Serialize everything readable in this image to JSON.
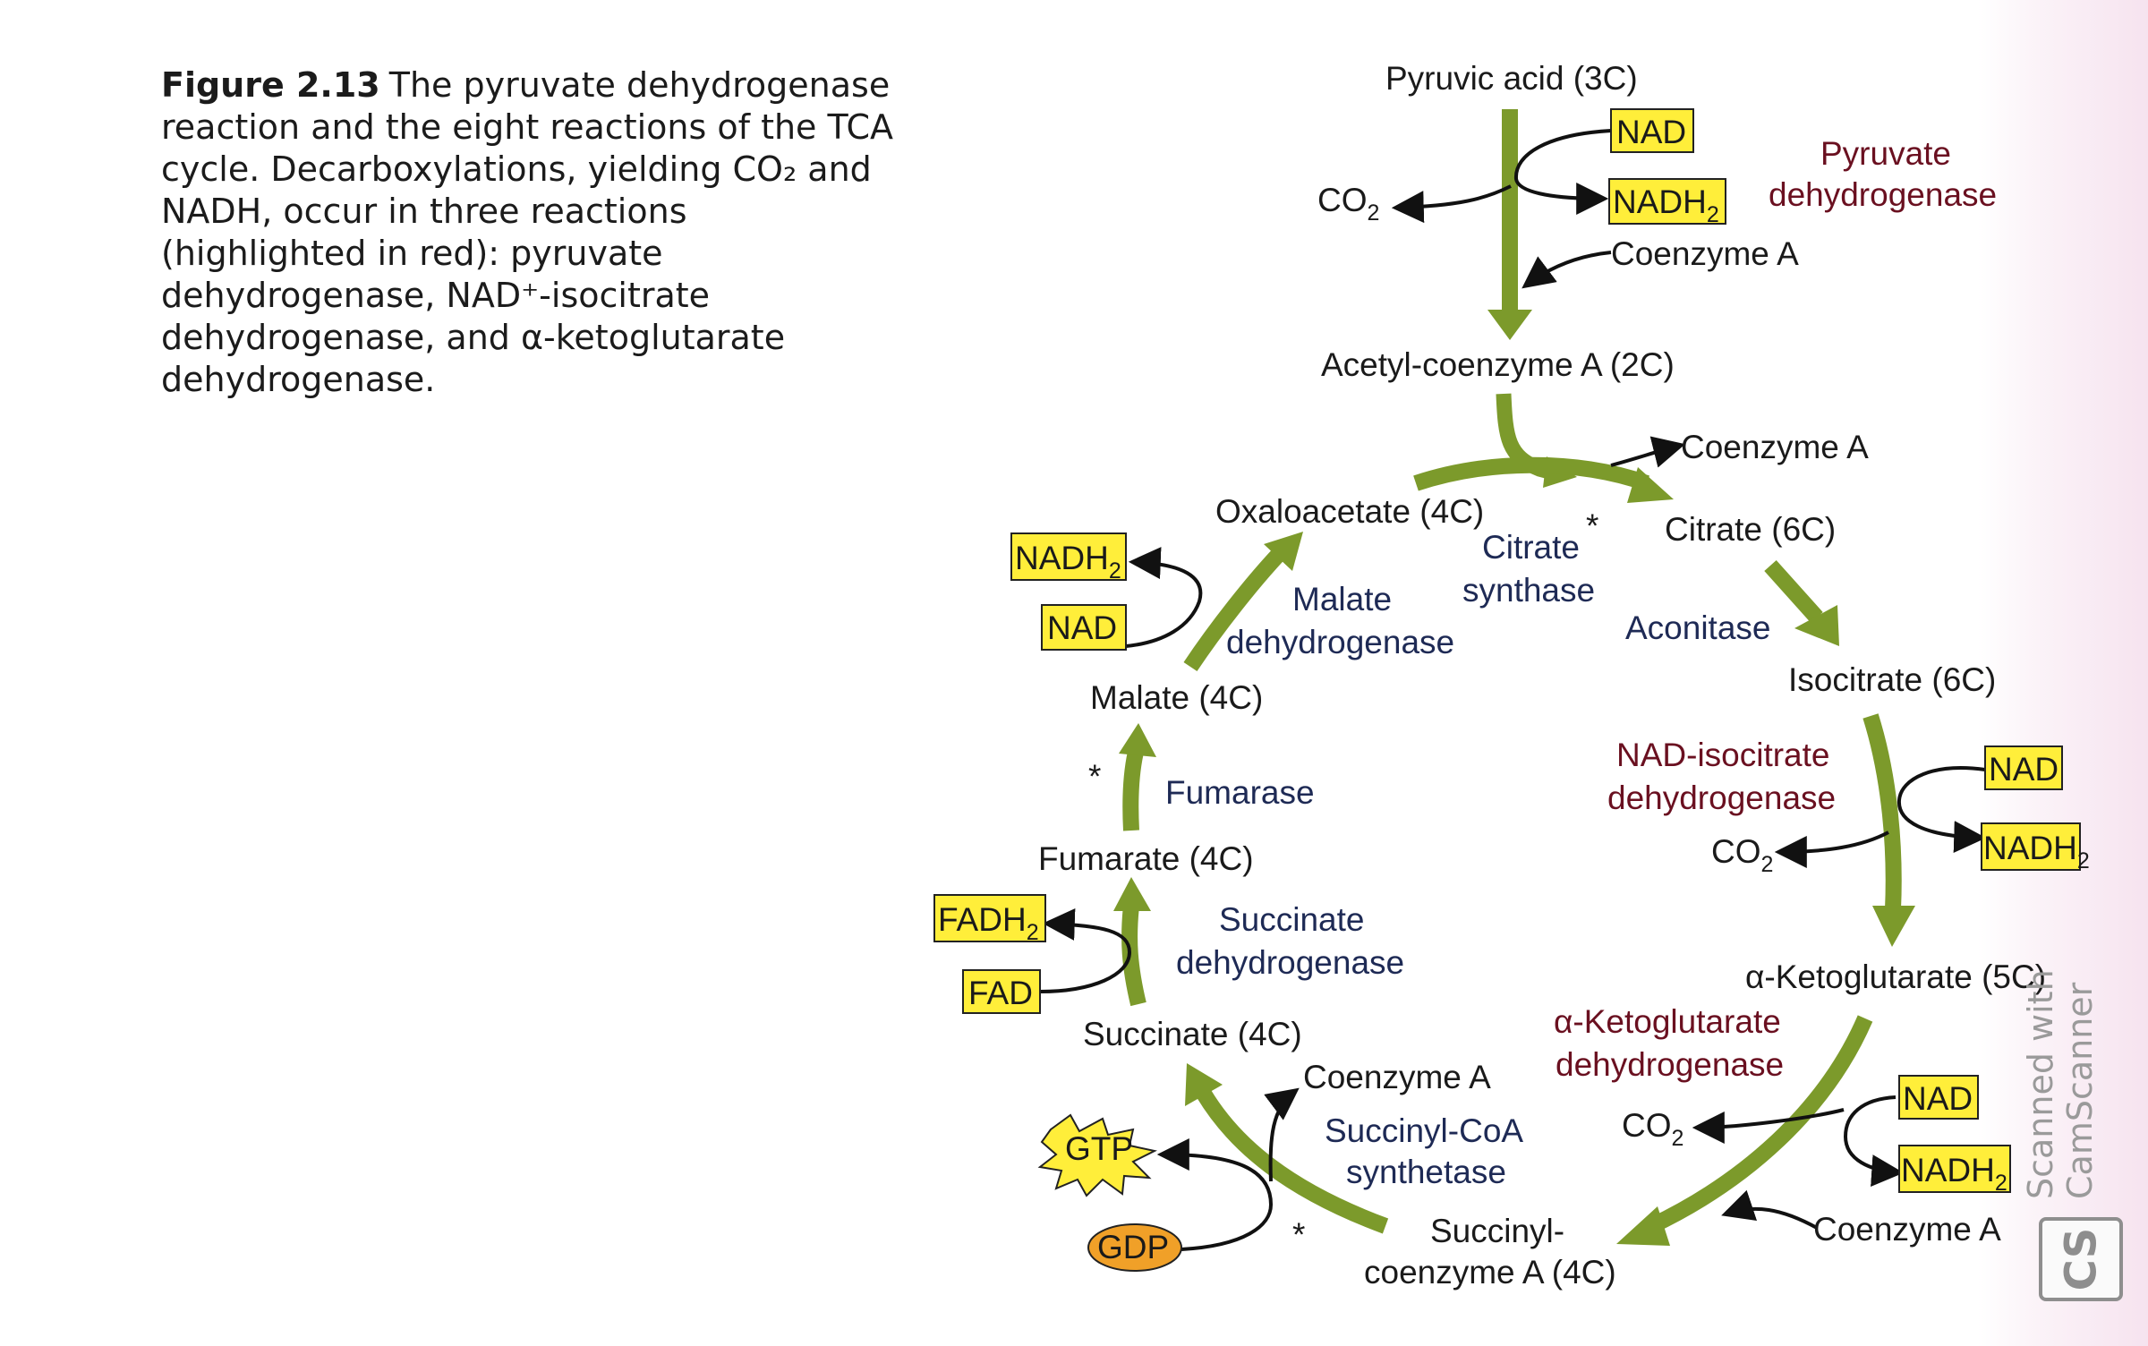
{
  "caption": {
    "figure_label": "Figure 2.13",
    "text": "The pyruvate dehydrogenase reaction and the eight reactions of the TCA cycle. Decarboxylations, yielding CO₂ and NADH, occur in three reactions (highlighted in red): pyruvate dehydrogenase, NAD⁺-isocitrate dehydrogenase, and α-ketoglutarate dehydrogenase."
  },
  "diagram": {
    "pyruvic_acid": "Pyruvic acid (3C)",
    "acetyl_coa": "Acetyl-coenzyme A (2C)",
    "oxaloacetate": "Oxaloacetate (4C)",
    "citrate": "Citrate (6C)",
    "isocitrate": "Isocitrate (6C)",
    "alpha_ketoglutarate": "α-Ketoglutarate (5C)",
    "succinyl_coa_line1": "Succinyl-",
    "succinyl_coa_line2": "coenzyme A (4C)",
    "succinate": "Succinate (4C)",
    "fumarate": "Fumarate (4C)",
    "malate": "Malate (4C)",
    "enzymes": {
      "pyruvate_dh_line1": "Pyruvate",
      "pyruvate_dh_line2": "dehydrogenase",
      "citrate_synthase_line1": "Citrate",
      "citrate_synthase_line2": "synthase",
      "aconitase": "Aconitase",
      "nad_isocitrate_dh_line1": "NAD-isocitrate",
      "nad_isocitrate_dh_line2": "dehydrogenase",
      "akg_dh_line1": "α-Ketoglutarate",
      "akg_dh_line2": "dehydrogenase",
      "succinyl_coa_synthetase_line1": "Succinyl-CoA",
      "succinyl_coa_synthetase_line2": "synthetase",
      "succinate_dh_line1": "Succinate",
      "succinate_dh_line2": "dehydrogenase",
      "fumarase": "Fumarase",
      "malate_dh_line1": "Malate",
      "malate_dh_line2": "dehydrogenase"
    },
    "cofactors": {
      "nad": "NAD",
      "nadh": "NADH",
      "nadh_sub": "2",
      "fad": "FAD",
      "fadh": "FADH",
      "fadh_sub": "2",
      "gtp": "GTP",
      "gdp": "GDP",
      "coenzyme_a": "Coenzyme A",
      "co": "CO",
      "co_sub": "2",
      "asterisk": "*"
    },
    "colors": {
      "arrow_green": "#7c9a2b",
      "box_yellow": "#ffee3a",
      "gdp_orange": "#f0a028",
      "red_text": "#6a1020",
      "blue_text": "#1e2a55"
    }
  },
  "watermark": {
    "text_line1": "Scanned with",
    "text_line2": "CamScanner",
    "logo": "CS"
  }
}
